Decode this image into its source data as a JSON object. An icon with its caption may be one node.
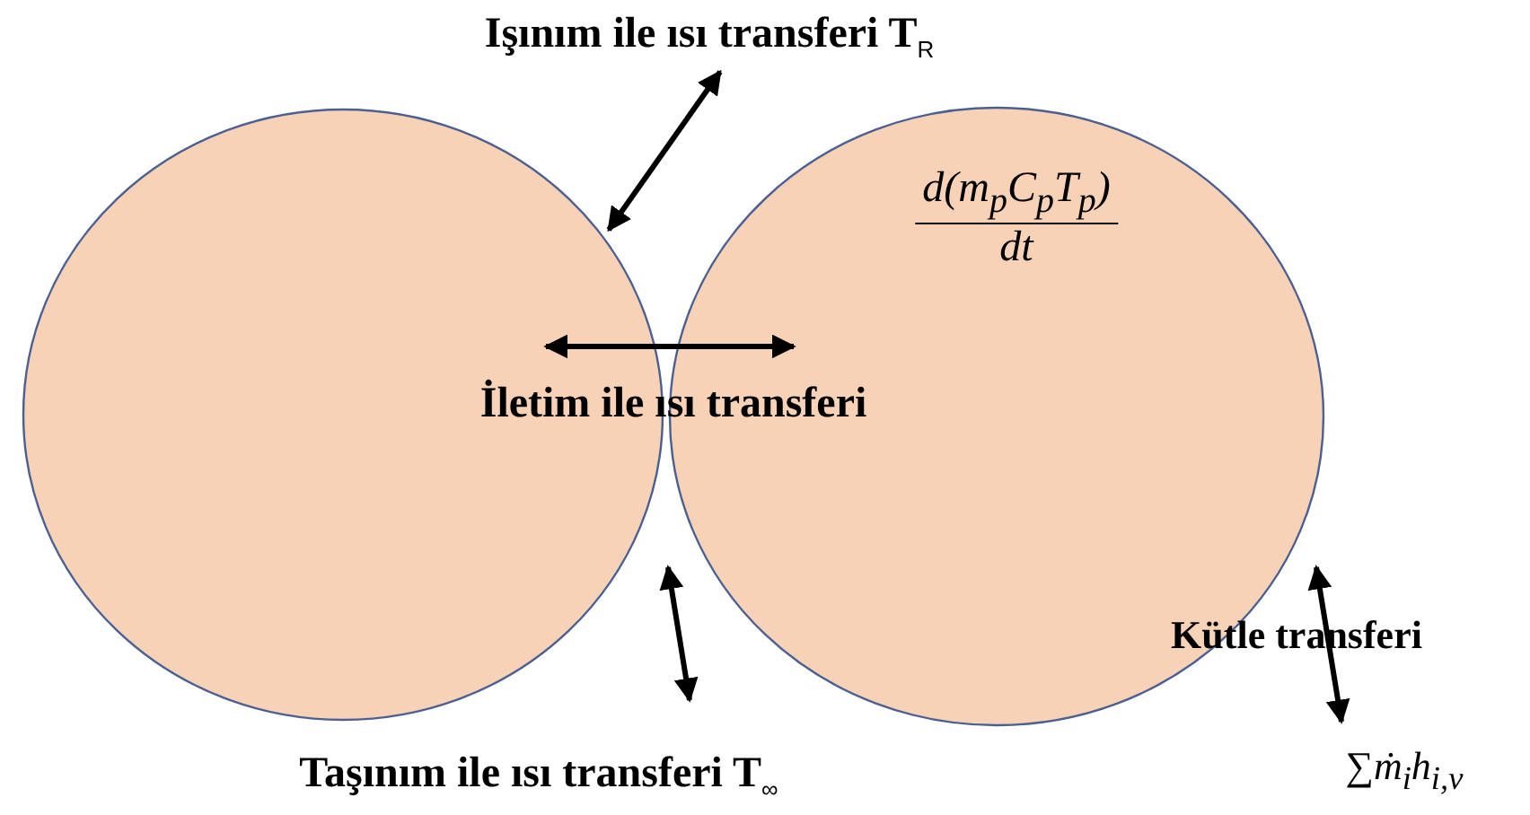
{
  "diagram": {
    "nodes": [
      {
        "text": [],
        "shape": "circle"
      },
      {
        "text": [
          "d(m$_{p}$C$_{p}$T$_{p}$)",
          "dt"
        ]
      },
      {
        "text": [
          "Işınım ile ısı transferi T$_{R}$"
        ]
      },
      {
        "text": [
          "İletim ile ısı transferi"
        ]
      },
      {
        "text": [
          "Taşınım ile ısı transferi T$_{∞}$"
        ]
      },
      {
        "text": [
          "Kütle transferi"
        ]
      },
      {
        "text": [
          "∑ṁ$_{i}$h$_{i,v}$"
        ]
      }
    ],
    "edges": [
      {
        "from": 2,
        "to": 0,
        "arrow": "both"
      },
      {
        "from": 0,
        "to": 1,
        "arrow": "both"
      },
      {
        "from": 0,
        "to": 4,
        "arrow": "both"
      },
      {
        "from": 1,
        "to": 6,
        "arrow": "both"
      }
    ]
  }
}
